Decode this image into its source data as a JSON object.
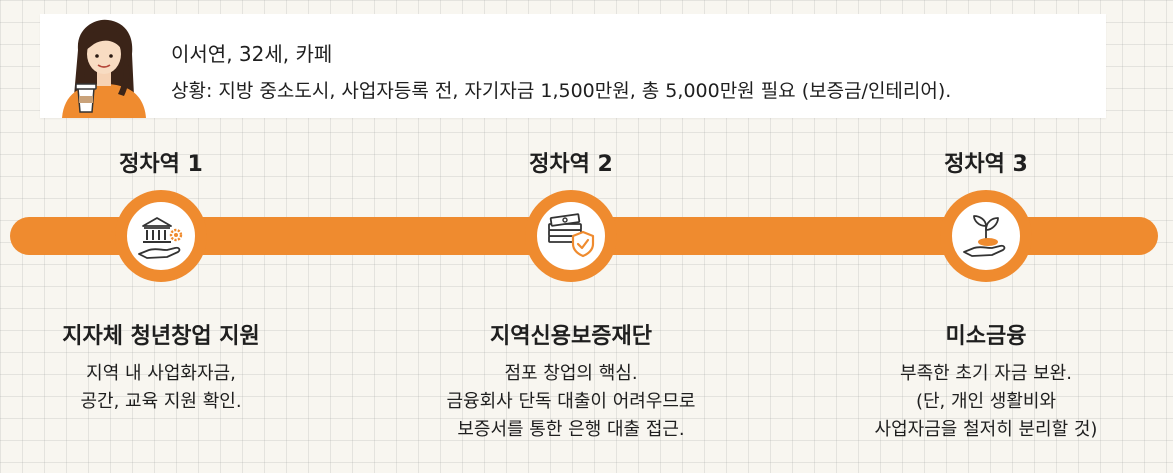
{
  "profile": {
    "name_line": "이서연, 32세, 카페",
    "situation": "상황: 지방 중소도시, 사업자등록 전, 자기자금 1,500만원, 총 5,000만원 필요 (보증금/인테리어)."
  },
  "track_color": "#ef8b2f",
  "stations": [
    {
      "label": "정차역 1",
      "icon": "bank-hand-gear-icon",
      "title": "지자체 청년창업 지원",
      "lines": [
        "지역 내 사업화자금,",
        "공간, 교육 지원 확인."
      ]
    },
    {
      "label": "정차역 2",
      "icon": "money-shield-icon",
      "title": "지역신용보증재단",
      "lines": [
        "점포 창업의 핵심.",
        "금융회사 단독 대출이 어려우므로",
        "보증서를 통한 은행 대출 접근."
      ]
    },
    {
      "label": "정차역 3",
      "icon": "sprout-hand-icon",
      "title": "미소금융",
      "lines": [
        "부족한 초기 자금 보완.",
        "(단, 개인 생활비와",
        "사업자금을 철저히 분리할 것)"
      ]
    }
  ]
}
